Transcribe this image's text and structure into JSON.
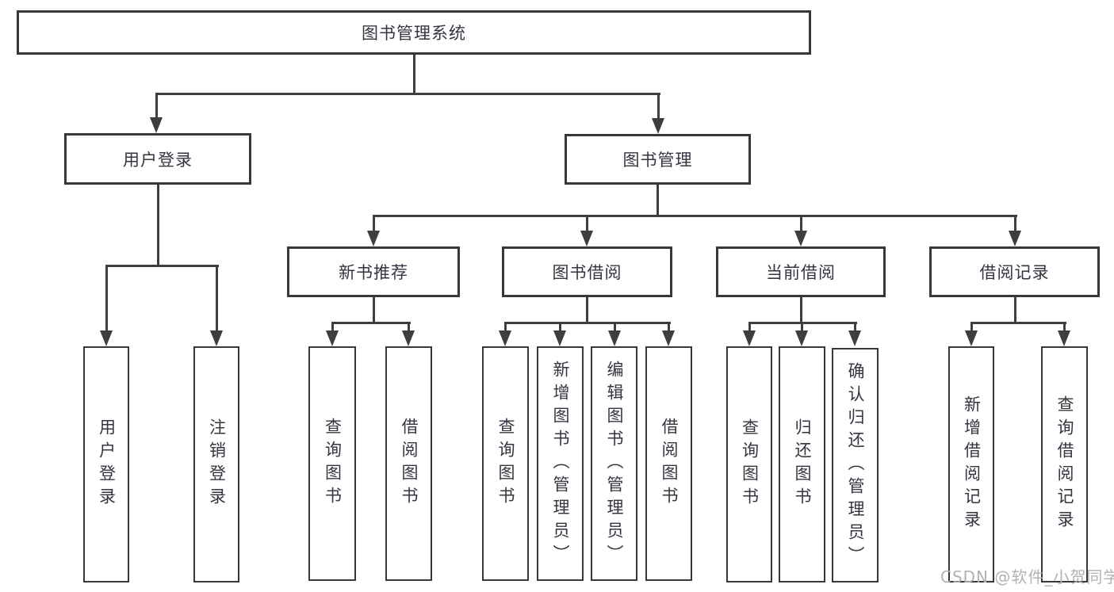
{
  "diagram": {
    "title": "图书管理系统",
    "watermark": "CSDN @软件_小贺同学",
    "colors": {
      "line": "#3e3e3e",
      "border": "#383838",
      "text": "#333640",
      "background": "#ffffff",
      "watermark_text": "#b2b2b2"
    },
    "nodes": {
      "root": {
        "label": "图书管理系统"
      },
      "user_login": {
        "label": "用户登录"
      },
      "book_management": {
        "label": "图书管理"
      },
      "new_book_recommend": {
        "label": "新书推荐"
      },
      "book_borrow": {
        "label": "图书借阅"
      },
      "current_borrow": {
        "label": "当前借阅"
      },
      "borrow_records": {
        "label": "借阅记录"
      },
      "leaves": {
        "user_login": "用户登录",
        "logout": "注销登录",
        "nbr_query_books": "查询图书",
        "nbr_borrow_books": "借阅图书",
        "bb_query_books": "查询图书",
        "bb_add_book": "新增图书（管理员）",
        "bb_edit_book": "编辑图书（管理员）",
        "bb_borrow_books": "借阅图书",
        "cb_query_books": "查询图书",
        "cb_return_books": "归还图书",
        "cb_confirm_return": "确认归还（管理员）",
        "br_add_record": "新增借阅记录",
        "br_query_record": "查询借阅记录"
      }
    },
    "hierarchy": {
      "图书管理系统": {
        "用户登录": [
          "用户登录",
          "注销登录"
        ],
        "图书管理": {
          "新书推荐": [
            "查询图书",
            "借阅图书"
          ],
          "图书借阅": [
            "查询图书",
            "新增图书（管理员）",
            "编辑图书（管理员）",
            "借阅图书"
          ],
          "当前借阅": [
            "查询图书",
            "归还图书",
            "确认归还（管理员）"
          ],
          "借阅记录": [
            "新增借阅记录",
            "查询借阅记录"
          ]
        }
      }
    }
  }
}
